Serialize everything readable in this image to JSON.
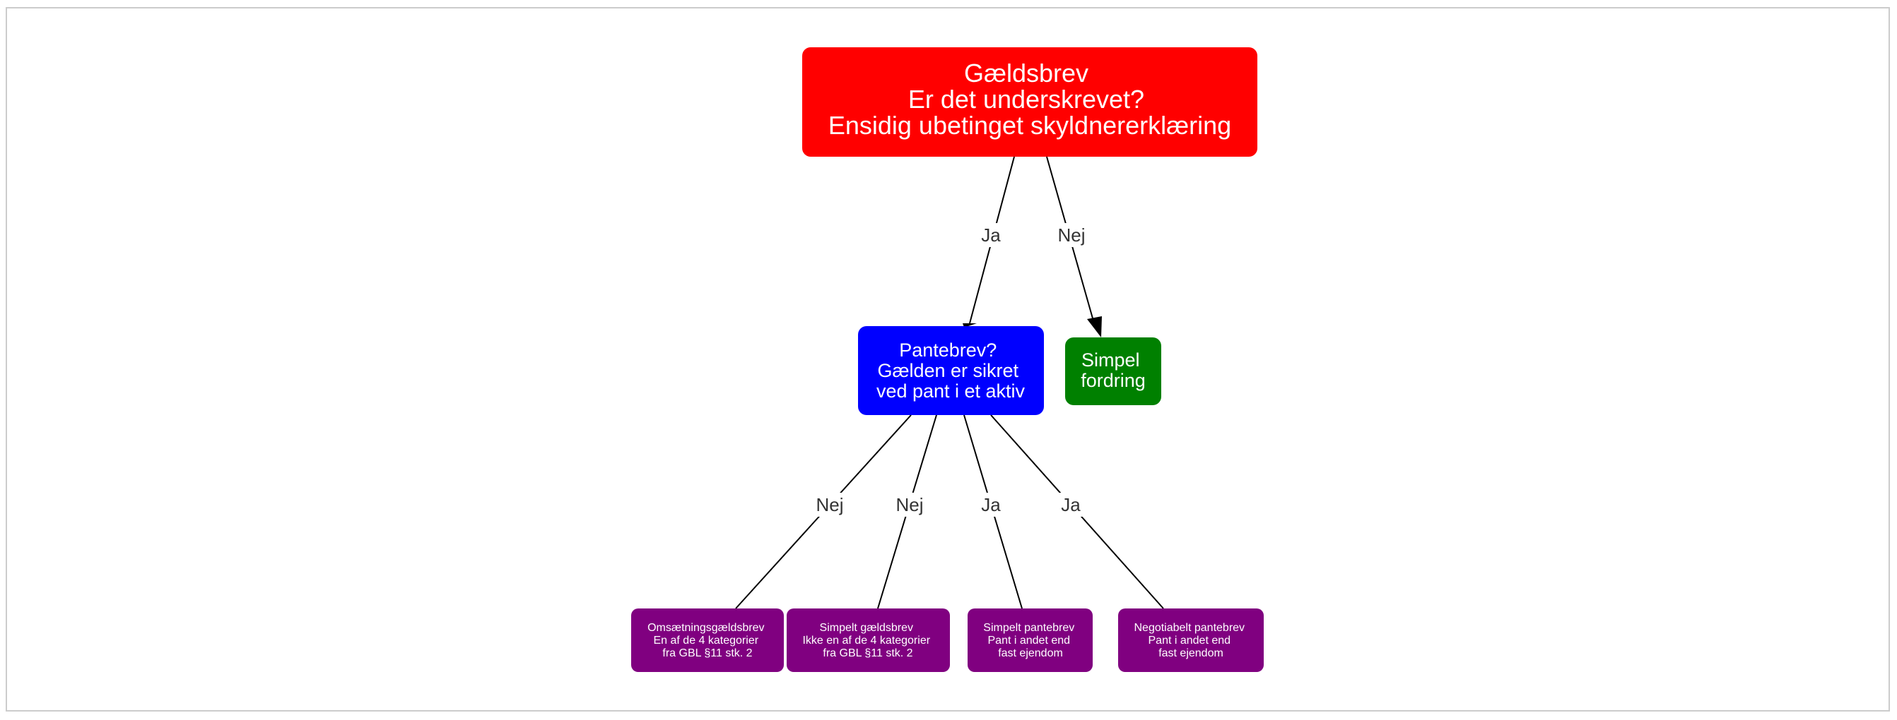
{
  "diagram": {
    "nodes": {
      "root": {
        "lines": [
          "Gældsbrev",
          "Er det underskrevet?",
          "Ensidig ubetinget skyldnererklæring"
        ],
        "color": "#ff0000"
      },
      "pantebrev": {
        "lines": [
          "Pantebrev?",
          "Gælden er sikret",
          "ved pant i et aktiv"
        ],
        "color": "#0000ff"
      },
      "simpel_fordring": {
        "lines": [
          "Simpel",
          "fordring"
        ],
        "color": "#008000"
      },
      "omsaetning": {
        "lines": [
          "Omsætningsgældsbrev",
          "En af de 4 kategorier",
          "fra GBL §11 stk. 2"
        ],
        "color": "#800080"
      },
      "simpelt_gaeldsbrev": {
        "lines": [
          "Simpelt gældsbrev",
          "Ikke en af de 4 kategorier",
          "fra GBL §11 stk. 2"
        ],
        "color": "#800080"
      },
      "simpelt_pantebrev": {
        "lines": [
          "Simpelt pantebrev",
          "Pant i andet end",
          "fast ejendom"
        ],
        "color": "#800080"
      },
      "negotiabelt_pantebrev": {
        "lines": [
          "Negotiabelt pantebrev",
          "Pant i andet end",
          "fast ejendom"
        ],
        "color": "#800080"
      }
    },
    "edges": {
      "root_to_pantebrev": {
        "label": "Ja"
      },
      "root_to_simpel": {
        "label": "Nej"
      },
      "pb_to_omsaetning": {
        "label": "Nej"
      },
      "pb_to_simpelt_gaeldsbrev": {
        "label": "Nej"
      },
      "pb_to_simpelt_pantebrev": {
        "label": "Ja"
      },
      "pb_to_negotiabelt": {
        "label": "Ja"
      }
    }
  }
}
